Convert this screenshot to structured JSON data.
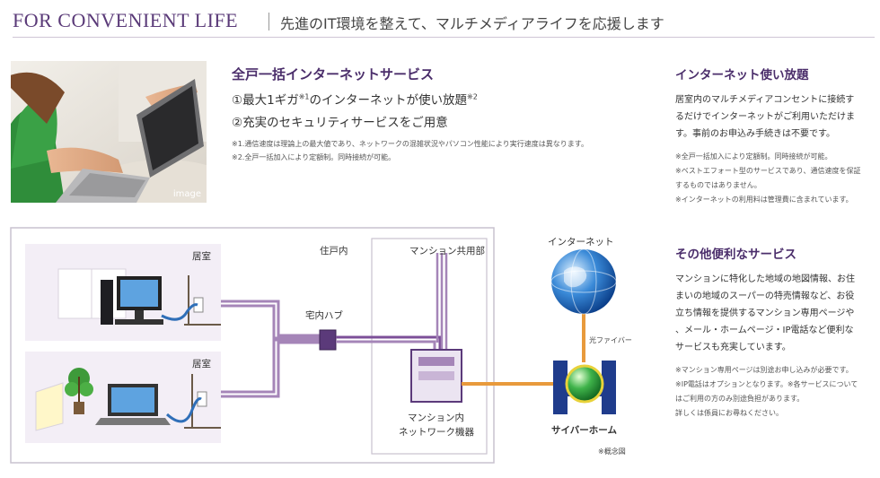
{
  "header": {
    "english_title": "FOR CONVENIENT LIFE",
    "japanese_subtitle": "先進のIT環境を整えて、マルチメディアライフを応援します"
  },
  "photo": {
    "caption": "image"
  },
  "service": {
    "title": "全戸一括インターネットサービス",
    "feature1_prefix": "①最大1ギガ",
    "feature1_mark1": "※1",
    "feature1_mid": "のインターネットが使い放題",
    "feature1_mark2": "※2",
    "feature2": "②充実のセキュリティサービスをご用意",
    "note1": "※1.通信速度は理論上の最大値であり、ネットワークの混雑状況やパソコン性能により実行速度は異なります。",
    "note2": "※2.全戸一括加入により定額制。同時接続が可能。"
  },
  "unlimited": {
    "title": "インターネット使い放題",
    "body": [
      "居室内のマルチメディアコンセントに接続す",
      "るだけでインターネットがご利用いただけま",
      "す。事前のお申込み手続きは不要です。"
    ],
    "notes": [
      "※全戸一括加入により定額制。同時接続が可能。",
      "※ベストエフォート型のサービスであり、通信速度を保証",
      "するものではありません。",
      "※インターネットの利用料は管理費に含まれています。"
    ]
  },
  "other": {
    "title": "その他便利なサービス",
    "body": [
      "マンションに特化した地域の地図情報、お住",
      "まいの地域のスーパーの特売情報など、お役",
      "立ち情報を提供するマンション専用ページや",
      "、メール・ホームページ・IP電話など便利な",
      "サービスも充実しています。"
    ],
    "notes": [
      "※マンション専用ページは別途お申し込みが必要です。",
      "※IP電話はオプションとなります。※各サービスについて",
      "はご利用の方のみ別途負担があります。",
      "詳しくは係員にお尋ねください。"
    ]
  },
  "diagram": {
    "unit_label": "住戸内",
    "room1_label": "居室",
    "room2_label": "居室",
    "hub_label": "宅内ハブ",
    "common_label": "マンション共用部",
    "equipment_label_1": "マンション内",
    "equipment_label_2": "ネットワーク機器",
    "internet_label": "インターネット",
    "fiber_label": "光ファイバー",
    "cyberhome_label": "サイバーホーム",
    "concept_note": "※概念図"
  },
  "colors": {
    "accent_purple": "#4b2e6b",
    "cable_purple": "#a585b8",
    "fiber_orange": "#e89a3c",
    "room_bg": "#f3eef6"
  }
}
